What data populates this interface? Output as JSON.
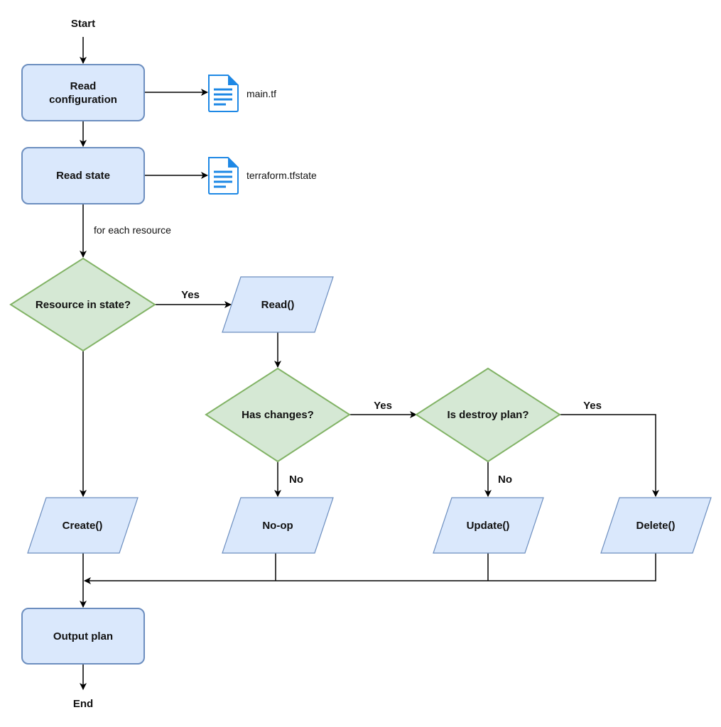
{
  "terminals": {
    "start": "Start",
    "end": "End"
  },
  "nodes": {
    "read_config_line1": "Read",
    "read_config_line2": "configuration",
    "read_state": "Read state",
    "resource_in_state": "Resource in state?",
    "read_fn": "Read()",
    "has_changes": "Has changes?",
    "is_destroy_plan": "Is destroy plan?",
    "create_fn": "Create()",
    "noop": "No-op",
    "update_fn": "Update()",
    "delete_fn": "Delete()",
    "output_plan": "Output plan"
  },
  "files": {
    "config": "main.tf",
    "state": "terraform.tfstate"
  },
  "edge_labels": {
    "for_each": "for each resource",
    "yes_resource": "Yes",
    "yes_changes": "Yes",
    "yes_destroy": "Yes",
    "no_changes": "No",
    "no_destroy": "No"
  },
  "colors": {
    "process_fill": "#dae8fc",
    "process_stroke": "#6c8ebf",
    "decision_fill": "#d5e8d4",
    "decision_stroke": "#82b366",
    "file_icon": "#1e88e5"
  },
  "icons": {
    "file": "document-icon"
  }
}
